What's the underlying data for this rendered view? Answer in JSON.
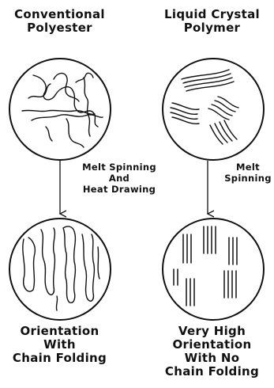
{
  "left_column": {
    "title": "Conventional\nPolyester",
    "process_label": "Melt Spinning\nAnd\nHeat Drawing",
    "result_label": "Orientation\nWith\nChain Folding"
  },
  "right_column": {
    "title": "Liquid Crystal\nPolymer",
    "process_label": "Melt\nSpinning",
    "result_label": "Very High\nOrientation\nWith No\nChain Folding"
  }
}
